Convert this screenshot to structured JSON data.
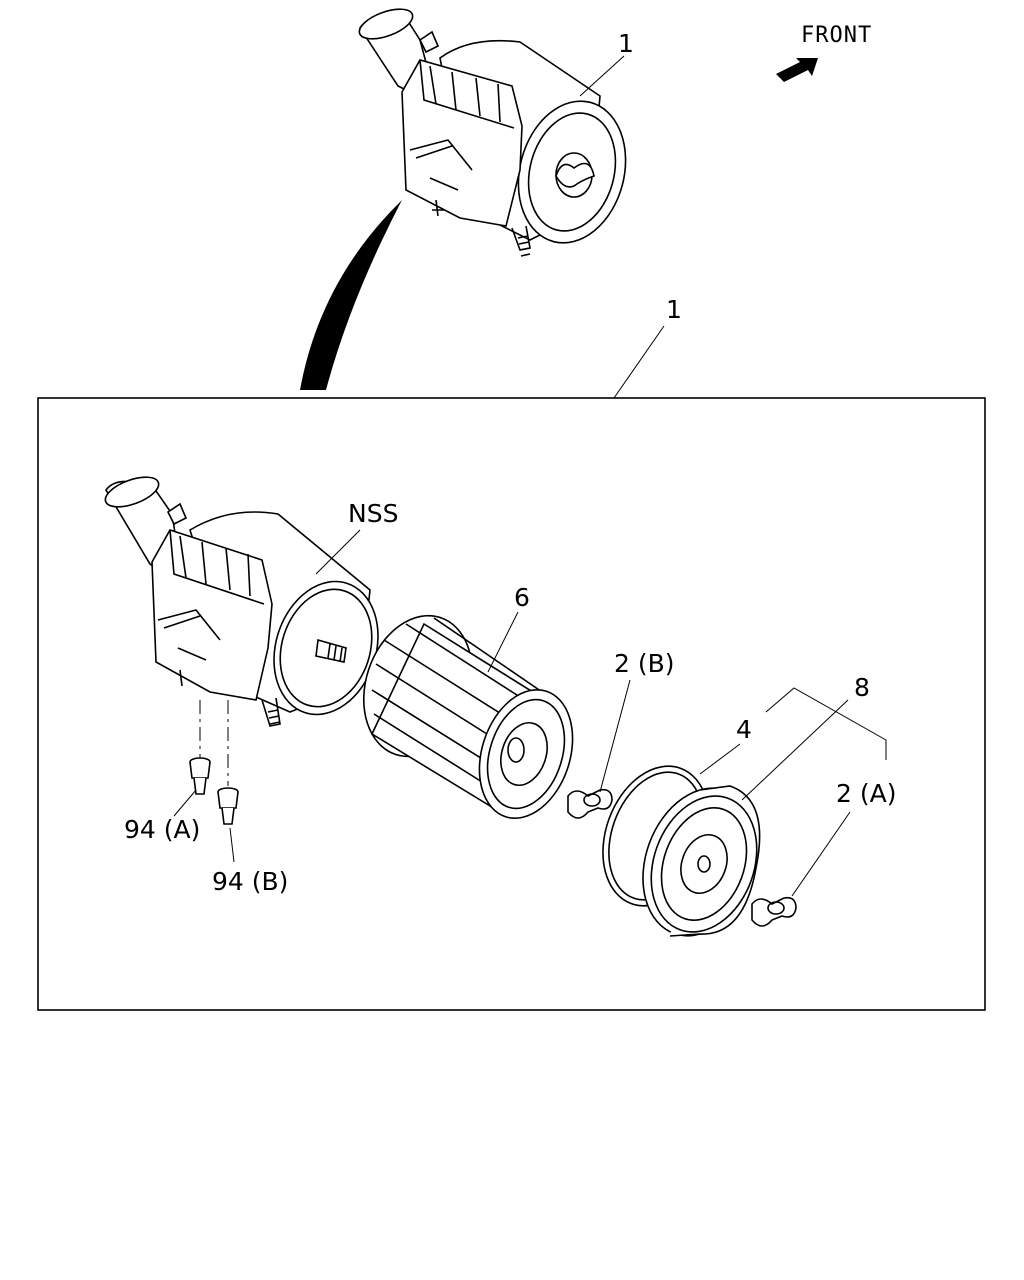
{
  "diagram": {
    "orientation_label": "FRONT",
    "assembly_callout_top": "1",
    "assembly_callout_box": "1",
    "parts": {
      "housing": "NSS",
      "element": "6",
      "wing_nut_b": "2 (B)",
      "wing_nut_a": "2 (A)",
      "gasket": "4",
      "cover": "8",
      "fastener_a": "94 (A)",
      "fastener_b": "94 (B)"
    }
  }
}
